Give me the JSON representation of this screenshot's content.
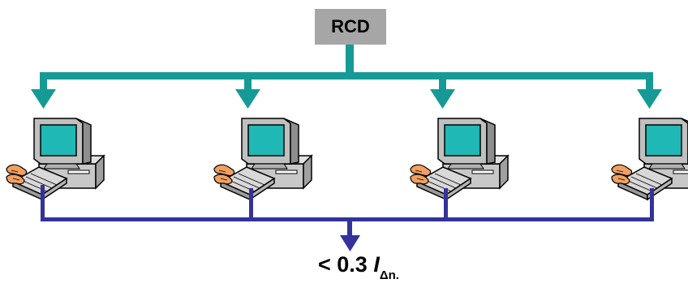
{
  "rcd": {
    "label": "RCD"
  },
  "leakage": {
    "prefix": "< 0.3 ",
    "symbol": "I",
    "subscript": "Δn."
  },
  "computers": [
    {
      "id": "pc-1"
    },
    {
      "id": "pc-2"
    },
    {
      "id": "pc-3"
    },
    {
      "id": "pc-4"
    }
  ],
  "colors": {
    "supply_line": "#169a96",
    "return_line": "#333399",
    "box": "#a6a6a6",
    "monitor_screen": "#1fb8b5",
    "computer_body": "#c8c8c8",
    "hand": "#f0a060"
  }
}
